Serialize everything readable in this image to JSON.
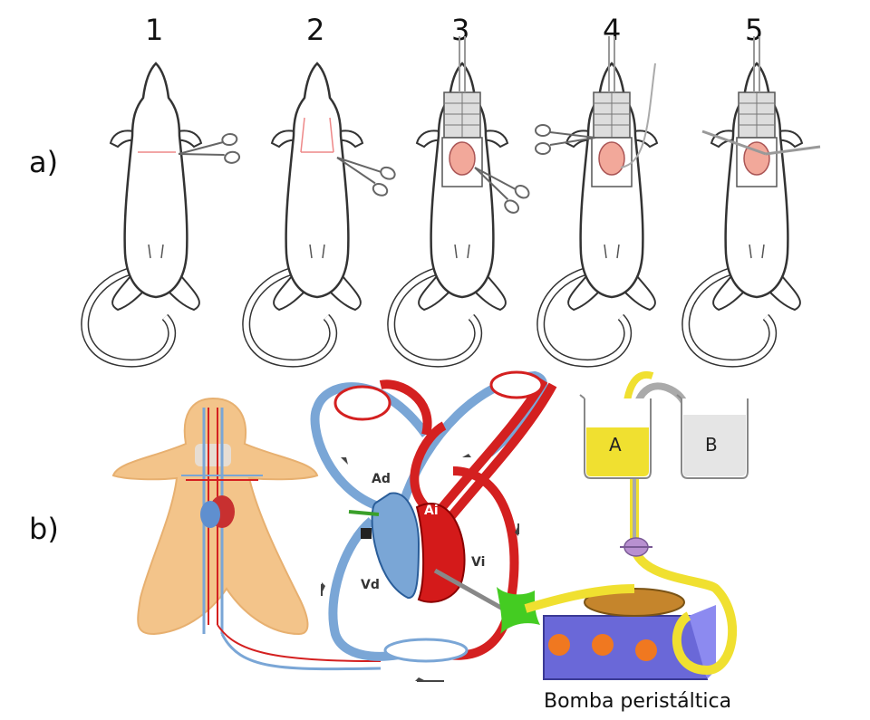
{
  "steps": [
    "1",
    "2",
    "3",
    "4",
    "5"
  ],
  "row_labels": {
    "a": "a)",
    "b": "b)"
  },
  "heart_labels": {
    "ad": "Ad",
    "ai": "Ai",
    "vd": "Vd",
    "vi": "Vi"
  },
  "beakers": {
    "a": "A",
    "b": "B"
  },
  "pump_label": "Bomba peristáltica",
  "colors": {
    "arterial": "#d42020",
    "venous": "#7aa6d6",
    "body": "#f3c48a",
    "solution_a": "#f0e030",
    "pump_base": "#6a68d8",
    "pump_dots": "#f07820",
    "connector": "#44cc22",
    "valve": "#b890d0"
  }
}
